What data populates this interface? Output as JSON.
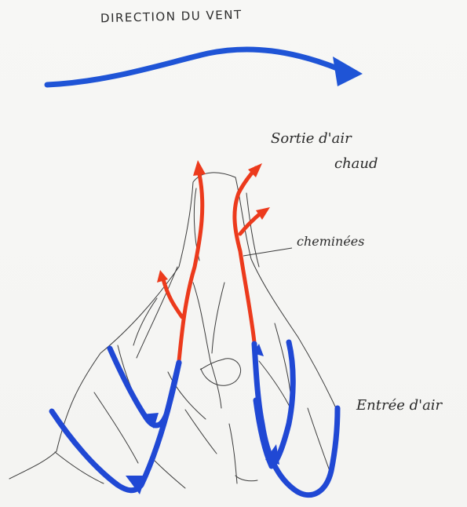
{
  "title": "DIRECTION DU VENT",
  "labels": {
    "hot_air_line1": "Sortie d'air",
    "hot_air_line2": "chaud",
    "chimneys": "cheminées",
    "air_inlet": "Entrée d'air"
  },
  "colors": {
    "wind_arrow": "#1f54d6",
    "cold_air": "#2048d4",
    "hot_air": "#ec3a1c",
    "pencil": "#3b3b3b"
  }
}
